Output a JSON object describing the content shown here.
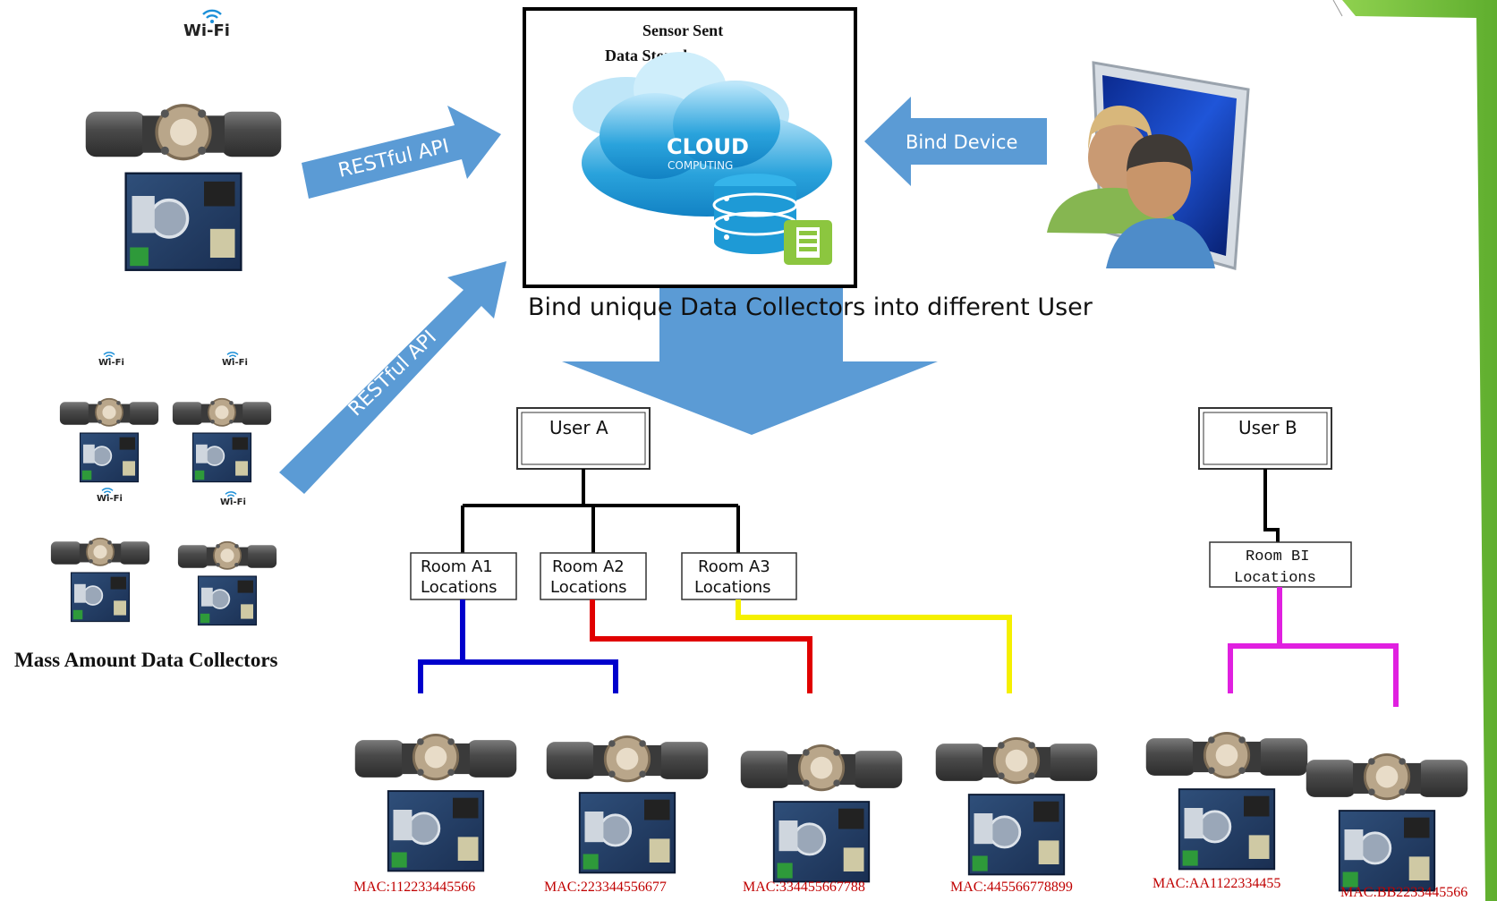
{
  "cloud_box": {
    "title_line1": "Sensor Sent",
    "title_line2": "Data Stored",
    "cloud_word": "CLOUD",
    "cloud_sub": "COMPUTING"
  },
  "wifi_label": "Wi-Fi",
  "arrows": {
    "api_top": "RESTful API",
    "api_bottom": "RESTful API",
    "bind_device": "Bind Device"
  },
  "bind_caption": "Bind unique  Data Collectors into different User",
  "mass_collectors_label": "Mass Amount Data Collectors",
  "users": {
    "a": {
      "name": "User A",
      "rooms": [
        {
          "line1": "Room A1",
          "line2": "Locations"
        },
        {
          "line1": "Room A2",
          "line2": "Locations"
        },
        {
          "line1": "Room A3",
          "line2": "Locations"
        }
      ]
    },
    "b": {
      "name": "User B",
      "rooms": [
        {
          "line1": "Room BI",
          "line2": "Locations"
        }
      ]
    }
  },
  "mac_labels": [
    "MAC:112233445566",
    "MAC:223344556677",
    "MAC:334455667788",
    "MAC:445566778899",
    "MAC:AA1122334455",
    "MAC:BB2233445566"
  ],
  "colors": {
    "arrow_blue": "#5b9bd5",
    "room_a1": "#0000cc",
    "room_a2": "#e00000",
    "room_a3": "#f5f000",
    "room_b1": "#e020e0",
    "mac_text": "#c00000",
    "accent_green": "#7dc242"
  }
}
